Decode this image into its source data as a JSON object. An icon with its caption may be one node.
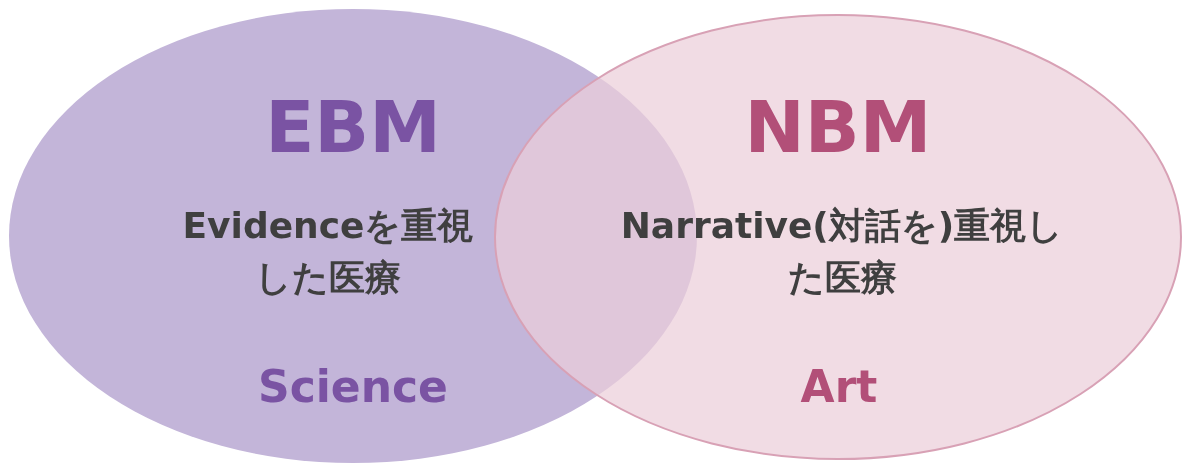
{
  "diagram": {
    "nodes": [
      {
        "text": [
          "EBM",
          "Evidenceを重視した医療",
          "Science"
        ]
      },
      {
        "text": [
          "NBM",
          "Narrative(対話を)重視した医療",
          "Art"
        ]
      }
    ]
  }
}
